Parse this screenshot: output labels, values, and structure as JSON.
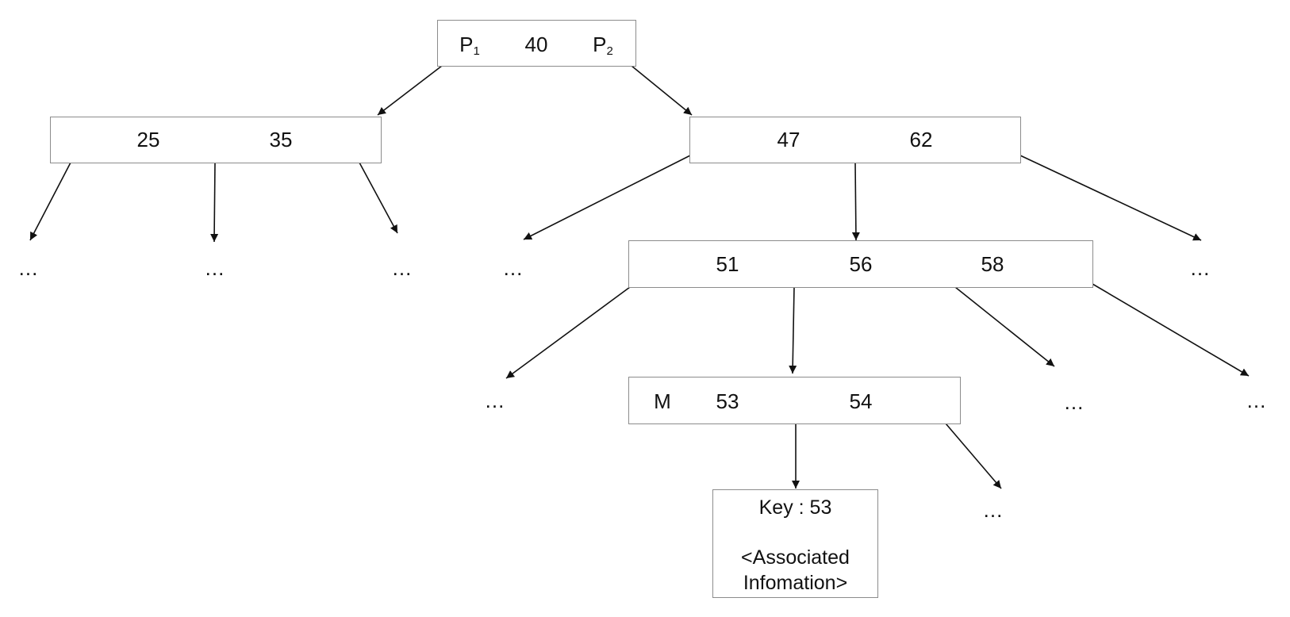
{
  "root": {
    "left_pointer": "P",
    "left_pointer_sub": "1",
    "key": "40",
    "right_pointer": "P",
    "right_pointer_sub": "2"
  },
  "left_child": {
    "keys": [
      "25",
      "35"
    ]
  },
  "right_child": {
    "keys": [
      "47",
      "62"
    ]
  },
  "middle_node": {
    "keys": [
      "51",
      "56",
      "58"
    ]
  },
  "bottom_node": {
    "marker": "M",
    "keys": [
      "53",
      "54"
    ]
  },
  "record": {
    "key_label": "Key : 53",
    "info_line1": "<Associated",
    "info_line2": "Infomation>"
  },
  "ellipsis": "..."
}
